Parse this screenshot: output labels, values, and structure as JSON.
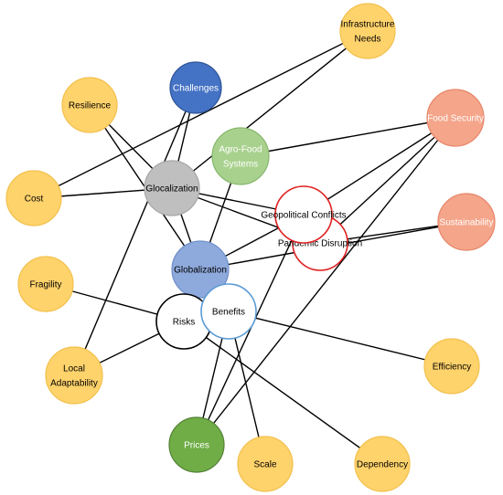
{
  "nodes": [
    {
      "id": "infrastructure",
      "lines": [
        "Infrastructure",
        "Needs"
      ],
      "fill": "#FFD36B",
      "stroke": "#F2C04E",
      "text": "#000000"
    },
    {
      "id": "challenges",
      "lines": [
        "Challenges"
      ],
      "fill": "#4472C4",
      "stroke": "#2F5597",
      "text": "#ffffff"
    },
    {
      "id": "resilience",
      "lines": [
        "Resilience"
      ],
      "fill": "#FFD36B",
      "stroke": "#F2C04E",
      "text": "#000000"
    },
    {
      "id": "food-security",
      "lines": [
        "Food Security"
      ],
      "fill": "#F4A58A",
      "stroke": "#E7866A",
      "text": "#ffffff"
    },
    {
      "id": "agro-food",
      "lines": [
        "Agro-Food",
        "Systems"
      ],
      "fill": "#A9D18E",
      "stroke": "#86B76B",
      "text": "#ffffff"
    },
    {
      "id": "glocalization",
      "lines": [
        "Glocalization"
      ],
      "fill": "#BFBFBF",
      "stroke": "#A6A6A6",
      "text": "#000000"
    },
    {
      "id": "cost",
      "lines": [
        "Cost"
      ],
      "fill": "#FFD36B",
      "stroke": "#F2C04E",
      "text": "#000000"
    },
    {
      "id": "geopolitical",
      "lines": [
        "Geopolitical Conflicts"
      ],
      "fill": "#ffffff",
      "stroke": "#E02020",
      "text": "#000000"
    },
    {
      "id": "pandemic",
      "lines": [
        "Pandemic Disruption"
      ],
      "fill": "#ffffff",
      "stroke": "#E02020",
      "text": "#000000"
    },
    {
      "id": "sustainability",
      "lines": [
        "Sustainability"
      ],
      "fill": "#F4A58A",
      "stroke": "#E7866A",
      "text": "#ffffff"
    },
    {
      "id": "globalization",
      "lines": [
        "Globalization"
      ],
      "fill": "#8EA9DB",
      "stroke": "#6F8FC9",
      "text": "#000000"
    },
    {
      "id": "fragility",
      "lines": [
        "Fragility"
      ],
      "fill": "#FFD36B",
      "stroke": "#F2C04E",
      "text": "#000000"
    },
    {
      "id": "risks",
      "lines": [
        "Risks"
      ],
      "fill": "#ffffff",
      "stroke": "#000000",
      "text": "#000000"
    },
    {
      "id": "benefits",
      "lines": [
        "Benefits"
      ],
      "fill": "#ffffff",
      "stroke": "#5B9BD5",
      "text": "#000000"
    },
    {
      "id": "efficiency",
      "lines": [
        "Efficiency"
      ],
      "fill": "#FFD36B",
      "stroke": "#F2C04E",
      "text": "#000000"
    },
    {
      "id": "local-adaptability",
      "lines": [
        "Local",
        "Adaptability"
      ],
      "fill": "#FFD36B",
      "stroke": "#F2C04E",
      "text": "#000000"
    },
    {
      "id": "prices",
      "lines": [
        "Prices"
      ],
      "fill": "#70AD47",
      "stroke": "#548235",
      "text": "#ffffff"
    },
    {
      "id": "scale",
      "lines": [
        "Scale"
      ],
      "fill": "#FFD36B",
      "stroke": "#F2C04E",
      "text": "#000000"
    },
    {
      "id": "dependency",
      "lines": [
        "Dependency"
      ],
      "fill": "#FFD36B",
      "stroke": "#F2C04E",
      "text": "#000000"
    }
  ],
  "edges": [
    [
      "infrastructure",
      "cost"
    ],
    [
      "infrastructure",
      "glocalization"
    ],
    [
      "challenges",
      "glocalization"
    ],
    [
      "challenges",
      "local-adaptability"
    ],
    [
      "resilience",
      "glocalization"
    ],
    [
      "resilience",
      "globalization"
    ],
    [
      "agro-food",
      "globalization"
    ],
    [
      "agro-food",
      "food-security"
    ],
    [
      "cost",
      "glocalization"
    ],
    [
      "glocalization",
      "globalization"
    ],
    [
      "glocalization",
      "geopolitical"
    ],
    [
      "glocalization",
      "pandemic"
    ],
    [
      "globalization",
      "geopolitical"
    ],
    [
      "globalization",
      "sustainability"
    ],
    [
      "geopolitical",
      "food-security"
    ],
    [
      "pandemic",
      "food-security"
    ],
    [
      "pandemic",
      "sustainability"
    ],
    [
      "geopolitical",
      "prices"
    ],
    [
      "food-security",
      "prices"
    ],
    [
      "fragility",
      "risks"
    ],
    [
      "risks",
      "local-adaptability"
    ],
    [
      "risks",
      "dependency"
    ],
    [
      "benefits",
      "efficiency"
    ],
    [
      "benefits",
      "prices"
    ],
    [
      "benefits",
      "scale"
    ]
  ]
}
